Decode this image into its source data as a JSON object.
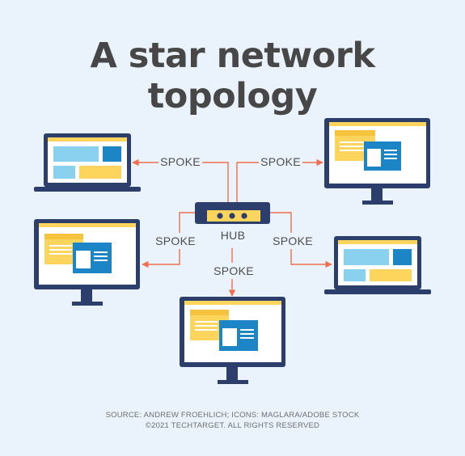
{
  "title": {
    "line1": "A star network",
    "line2": "topology"
  },
  "nodes": {
    "hub": {
      "label": "HUB"
    },
    "spoke_label": "SPOKE"
  },
  "spokes": [
    {
      "label": "SPOKE",
      "target": "laptop"
    },
    {
      "label": "SPOKE",
      "target": "monitor"
    },
    {
      "label": "SPOKE",
      "target": "monitor"
    },
    {
      "label": "SPOKE",
      "target": "laptop"
    },
    {
      "label": "SPOKE",
      "target": "monitor"
    }
  ],
  "footer": {
    "source": "SOURCE: ANDREW FROEHLICH; ICONS: MAGLARA/ADOBE STOCK",
    "copyright": "©2021 TECHTARGET. ALL RIGHTS RESERVED"
  },
  "colors": {
    "background": "#eaf3fb",
    "navy": "#2c3e6b",
    "yellow": "#fdd55c",
    "blue": "#1c85c6",
    "light_blue": "#8ad0ef",
    "connector": "#f06e4f"
  },
  "icons": [
    "laptop-icon",
    "desktop-monitor-icon",
    "hub-router-icon"
  ]
}
